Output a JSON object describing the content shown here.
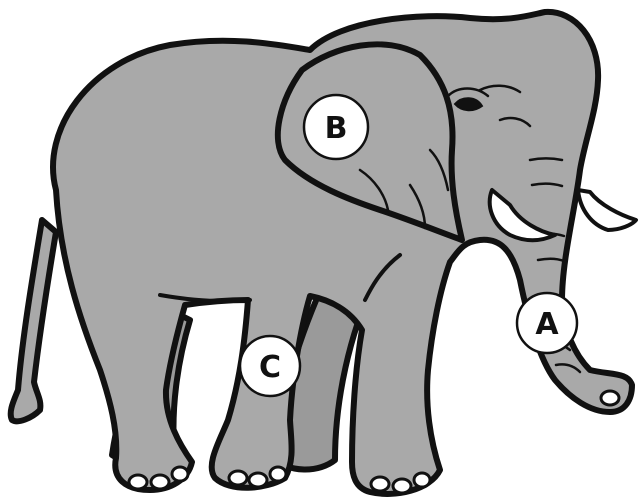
{
  "figure": {
    "subject": "elephant-illustration",
    "colors": {
      "body": "#a9a9a9",
      "outline": "#111111",
      "label_fill": "#ffffff"
    }
  },
  "labels": {
    "a": "A",
    "b": "B",
    "c": "C"
  }
}
